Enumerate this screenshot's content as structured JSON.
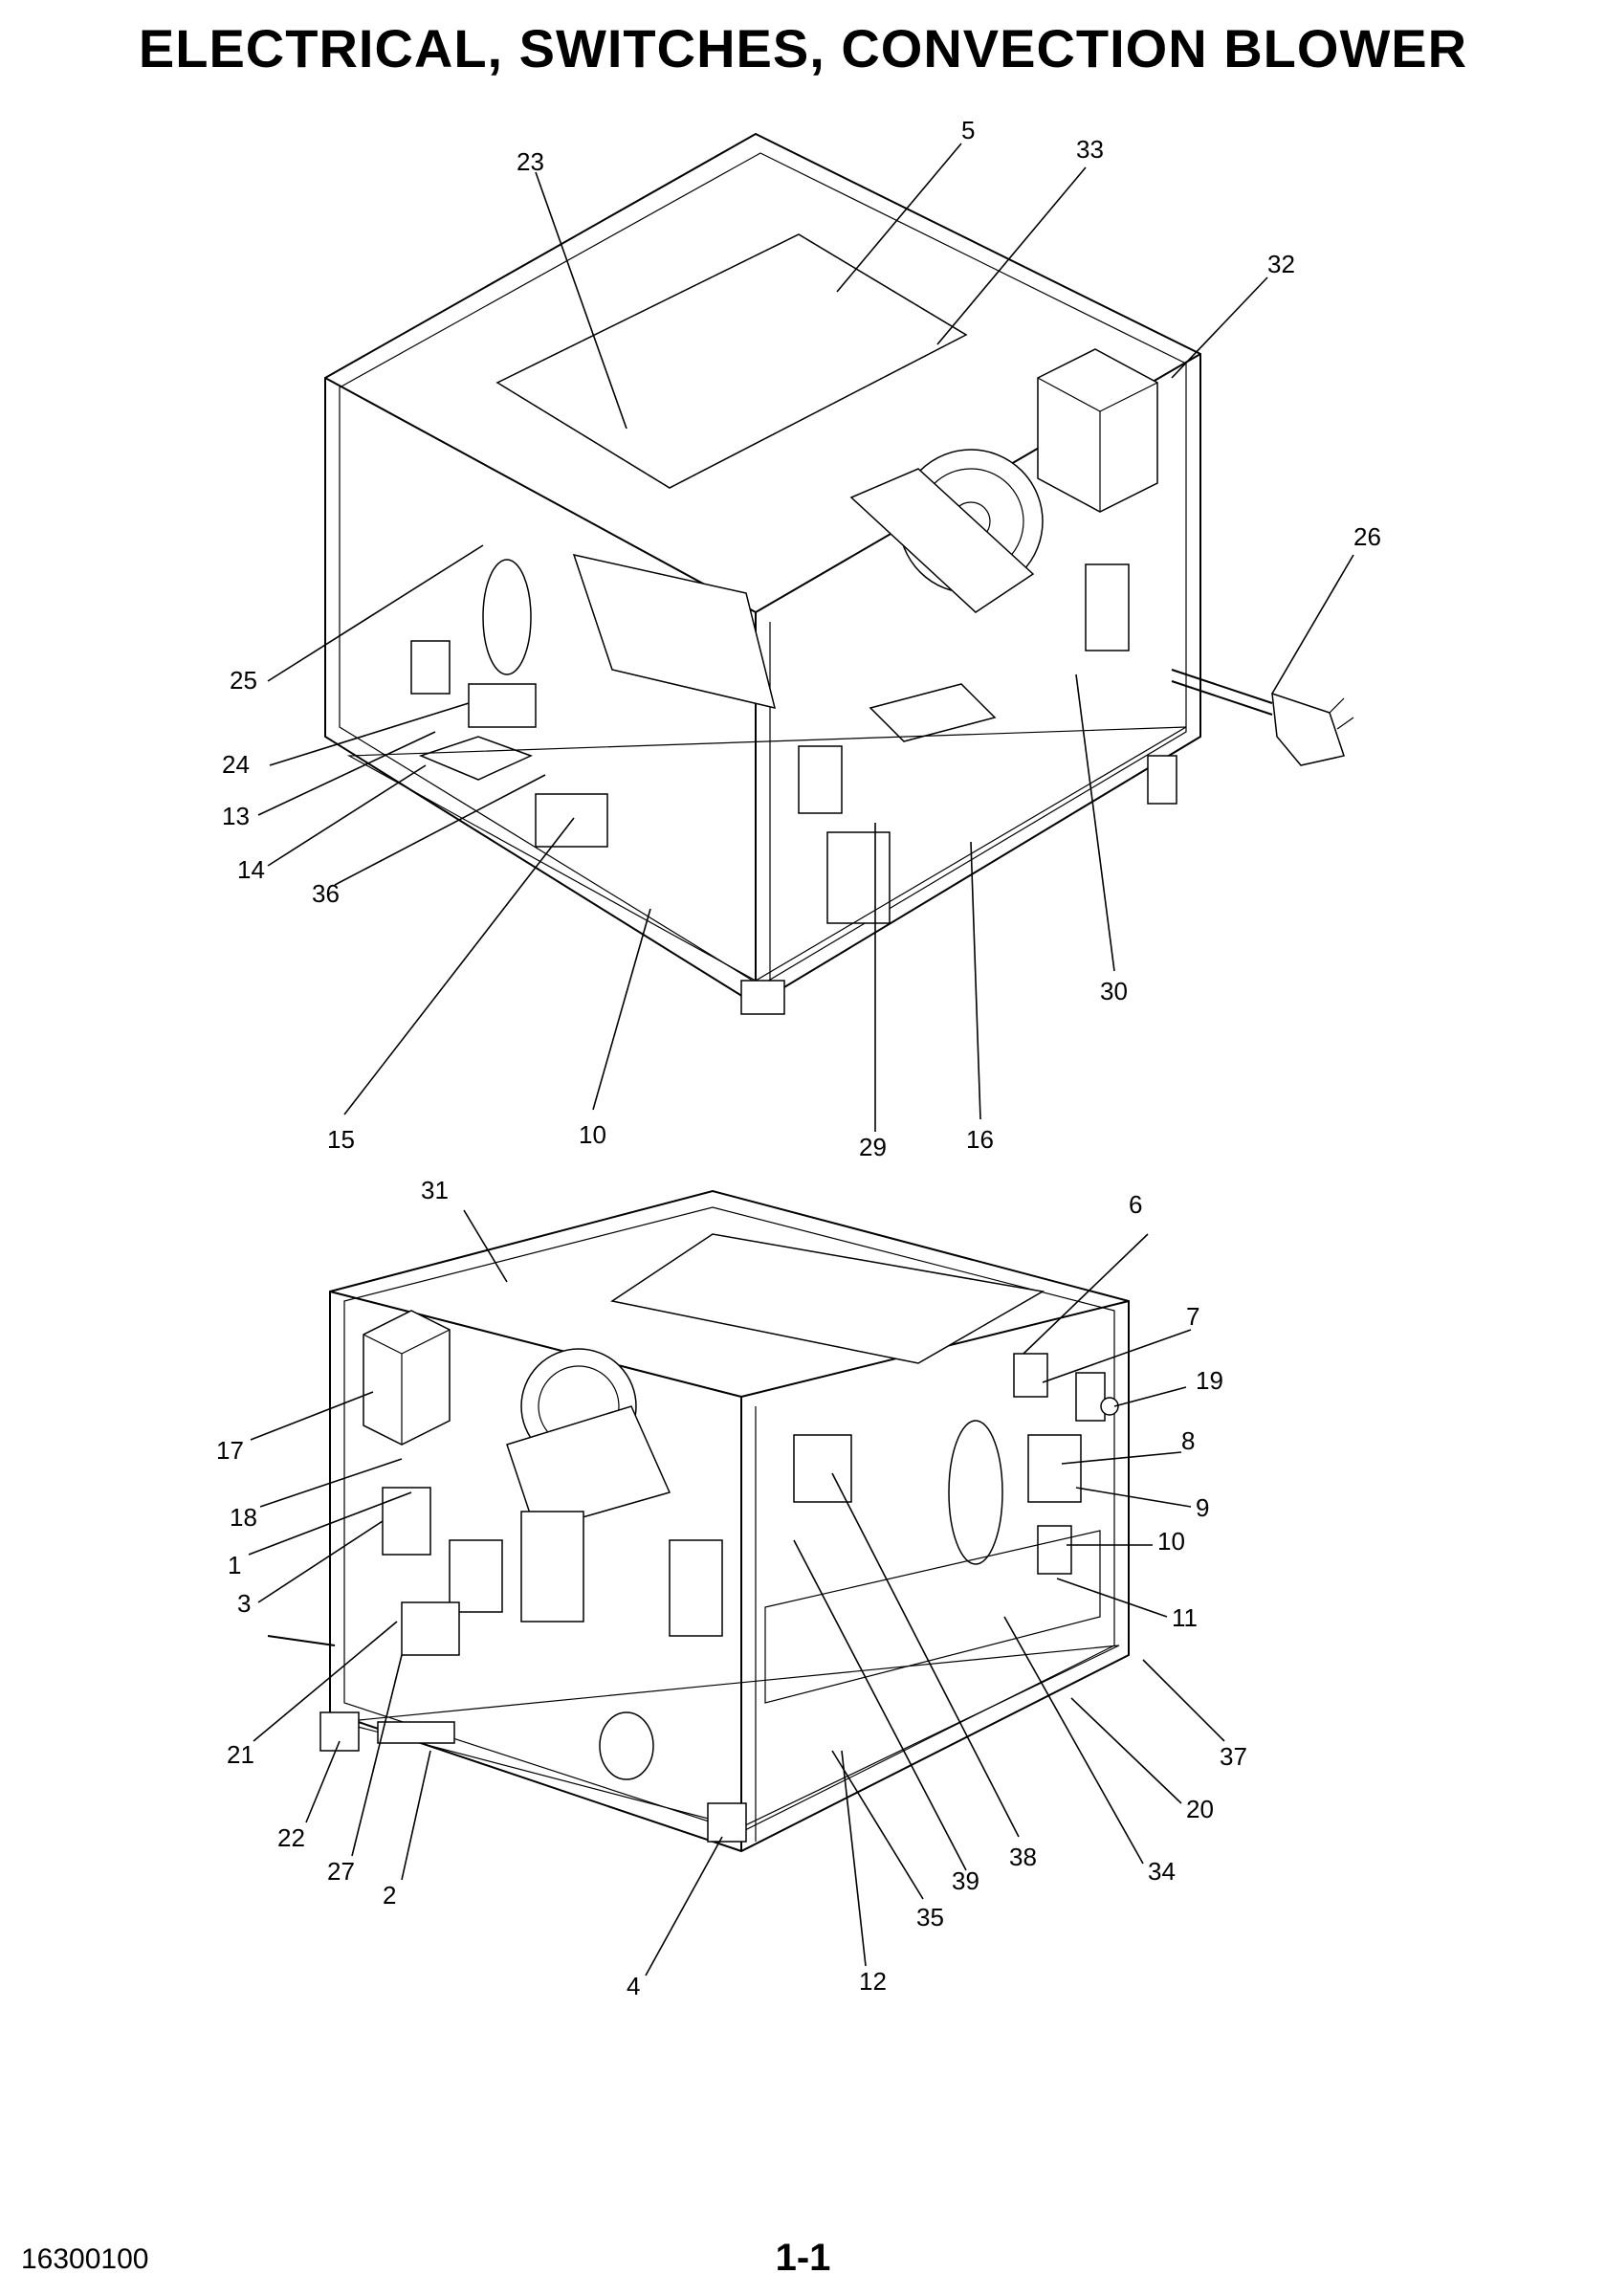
{
  "title": "ELECTRICAL, SWITCHES, CONVECTION BLOWER",
  "footer": {
    "doc_number": "16300100",
    "page": "1-1"
  },
  "top_view": {
    "callouts": [
      "23",
      "5",
      "33",
      "32",
      "26",
      "25",
      "24",
      "13",
      "14",
      "36",
      "15",
      "10",
      "29",
      "16",
      "30"
    ]
  },
  "bottom_view": {
    "callouts": [
      "31",
      "6",
      "7",
      "19",
      "8",
      "9",
      "10",
      "11",
      "37",
      "20",
      "34",
      "38",
      "39",
      "35",
      "12",
      "4",
      "2",
      "27",
      "22",
      "21",
      "3",
      "1",
      "18",
      "17"
    ]
  }
}
